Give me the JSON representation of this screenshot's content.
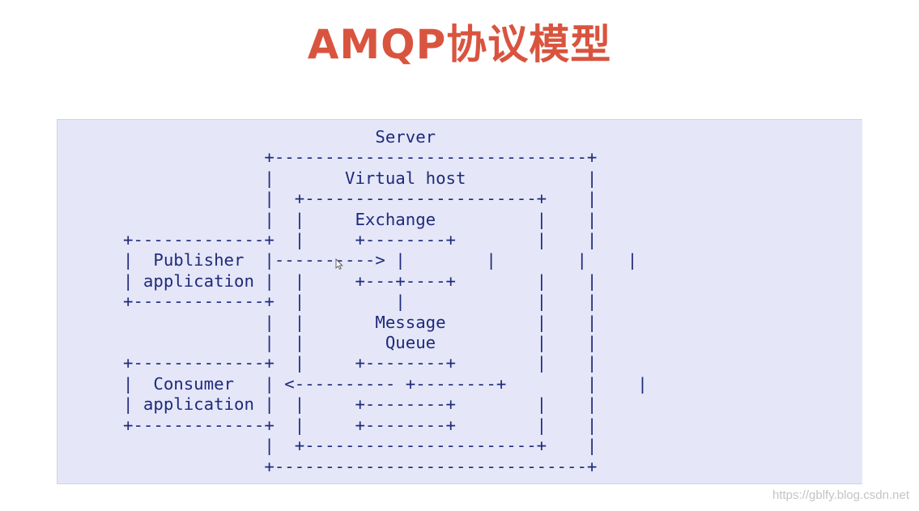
{
  "page": {
    "title": "AMQP协议模型"
  },
  "diagram": {
    "ascii_lines": [
      "                         Server",
      "              +-------------------------------+",
      "              |       Virtual host            |",
      "              |  +-----------------------+    |",
      "              |  |     Exchange          |    |",
      "+-------------+  |     +--------+        |    |",
      "|  Publisher  |----------> |        |        |    |",
      "| application |  |     +---+----+        |    |",
      "+-------------+  |         |             |    |",
      "              |  |       Message         |    |",
      "              |  |        Queue          |    |",
      "+-------------+  |     +--------+        |    |",
      "|  Consumer   | <---------- +--------+        |    |",
      "| application |  |     +--------+        |    |",
      "+-------------+  |     +--------+        |    |",
      "              |  +-----------------------+    |",
      "              +-------------------------------+"
    ],
    "labels": {
      "server": "Server",
      "virtual_host": "Virtual host",
      "exchange": "Exchange",
      "message_queue": "Message Queue",
      "publisher": "Publisher application",
      "consumer": "Consumer application"
    }
  },
  "watermark": "https://gblfy.blog.csdn.net"
}
